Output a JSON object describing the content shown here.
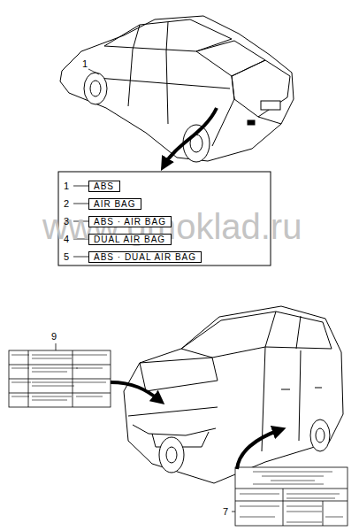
{
  "diagram": {
    "nodes": [
      {
        "text": [
          "ABS"
        ]
      },
      {
        "text": [
          "AIR BAG"
        ]
      },
      {
        "text": [
          "ABS · AIR BAG"
        ]
      },
      {
        "text": [
          "DUAL AIR BAG"
        ]
      },
      {
        "text": [
          "ABS · DUAL AIR BAG"
        ]
      }
    ],
    "labels": [
      "1",
      "1",
      "2",
      "3",
      "4",
      "5",
      "9",
      "7",
      "www.gmoklad.ru"
    ]
  }
}
